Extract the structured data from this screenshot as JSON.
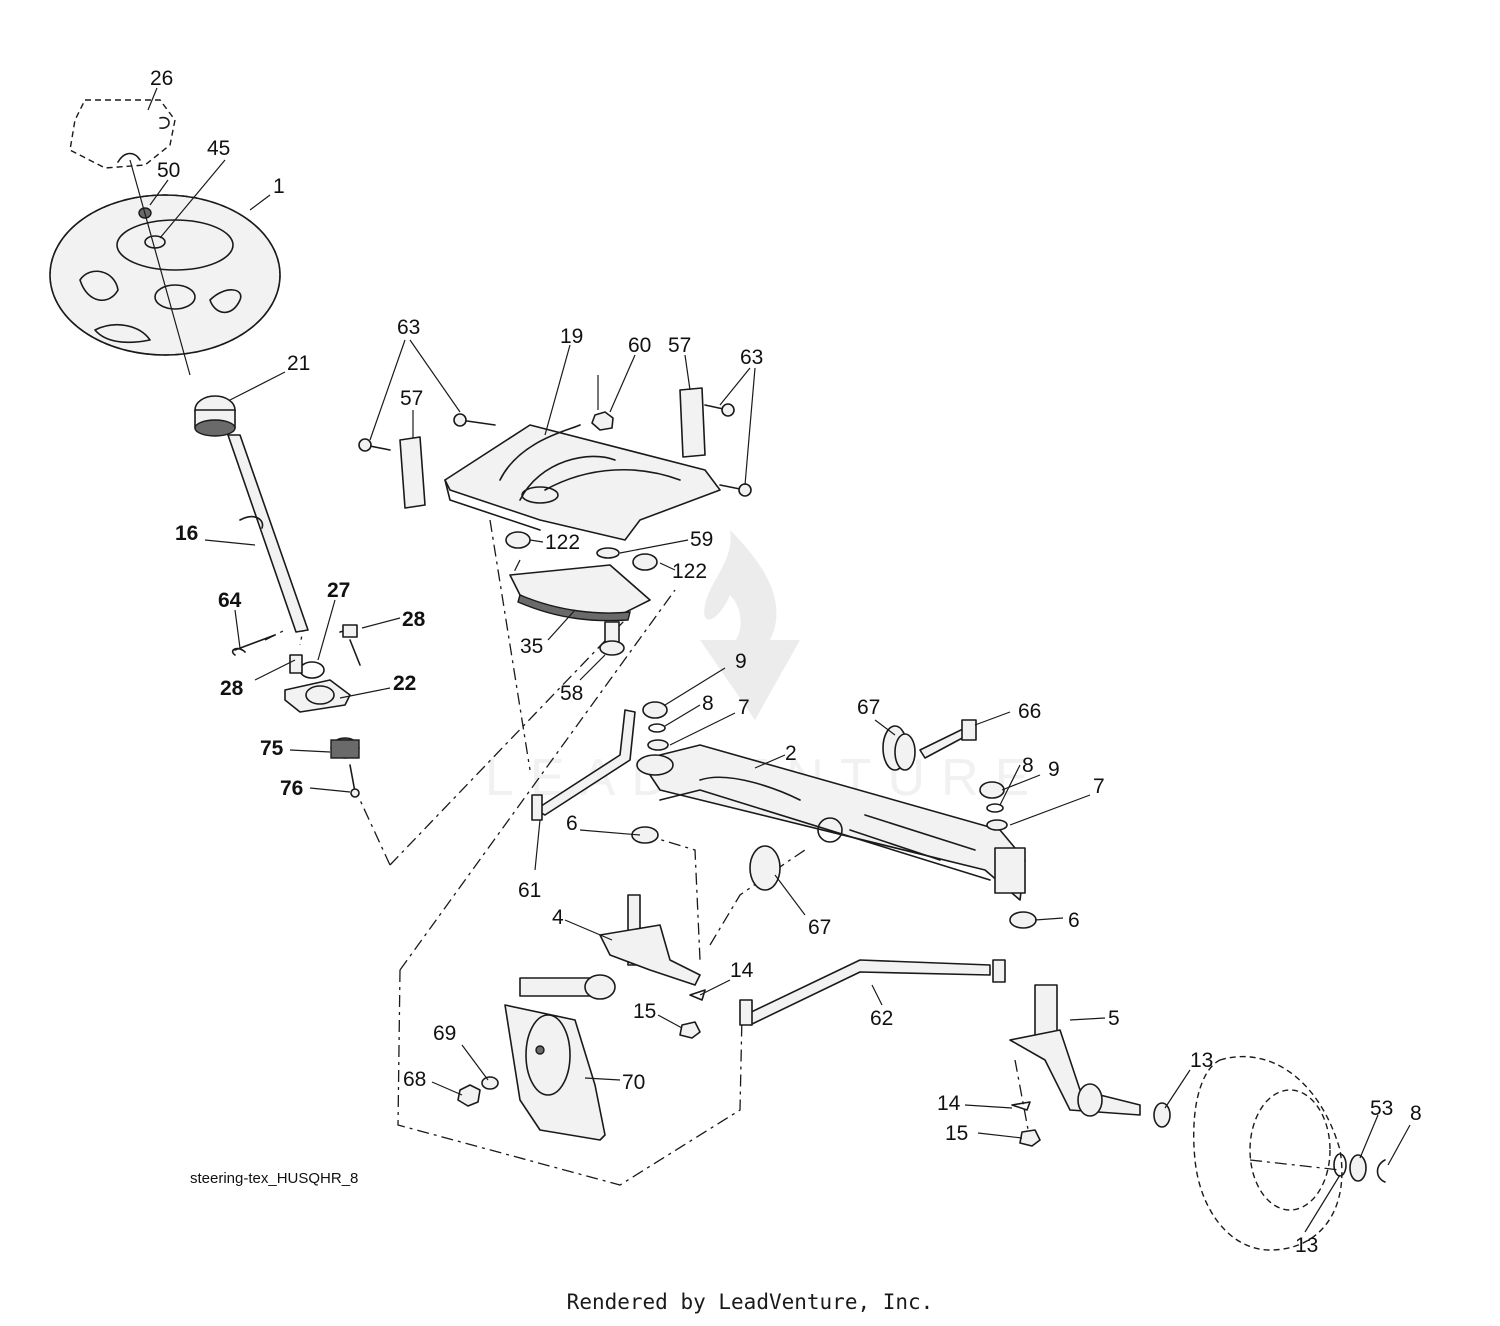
{
  "diagram": {
    "caption": "steering-tex_HUSQHR_8",
    "watermark": "LEADVENTURE",
    "callouts": [
      "26",
      "45",
      "50",
      "1",
      "21",
      "16",
      "64",
      "27",
      "28",
      "28",
      "22",
      "75",
      "76",
      "63",
      "57",
      "19",
      "60",
      "57",
      "63",
      "122",
      "59",
      "122",
      "35",
      "58",
      "9",
      "8",
      "7",
      "67",
      "66",
      "2",
      "9",
      "8",
      "7",
      "6",
      "61",
      "6",
      "67",
      "4",
      "14",
      "15",
      "62",
      "5",
      "69",
      "68",
      "70",
      "13",
      "14",
      "15",
      "53",
      "8",
      "13"
    ],
    "bold_callouts": [
      "16",
      "64",
      "27",
      "28",
      "28",
      "22",
      "75",
      "76"
    ]
  },
  "footer": {
    "text": "Rendered by LeadVenture, Inc."
  }
}
